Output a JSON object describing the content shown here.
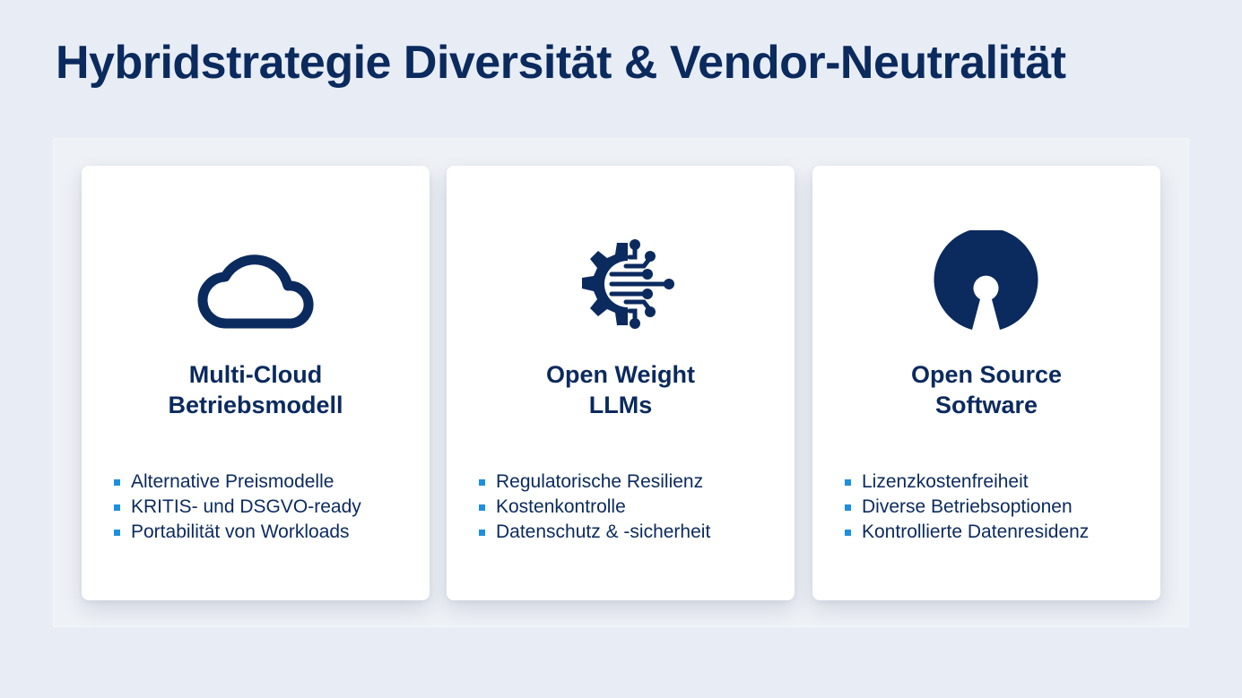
{
  "title": "Hybridstrategie Diversität & Vendor-Neutralität",
  "colors": {
    "background": "#e8edf5",
    "navy": "#0b2a5e",
    "bullet": "#1e8fe0",
    "card": "#ffffff"
  },
  "cards": [
    {
      "icon": "cloud-icon",
      "heading_line1": "Multi-Cloud",
      "heading_line2": "Betriebsmodell",
      "bullets": [
        "Alternative Preismodelle",
        "KRITIS- und DSGVO-ready",
        "Portabilität von Workloads"
      ]
    },
    {
      "icon": "ai-gear-circuit-icon",
      "heading_line1": "Open Weight",
      "heading_line2": "LLMs",
      "bullets": [
        "Regulatorische Resilienz",
        "Kostenkontrolle",
        "Datenschutz & -sicherheit"
      ]
    },
    {
      "icon": "open-source-icon",
      "heading_line1": "Open Source",
      "heading_line2": "Software",
      "bullets": [
        "Lizenzkostenfreiheit",
        "Diverse Betriebsoptionen",
        "Kontrollierte Datenresidenz"
      ]
    }
  ]
}
